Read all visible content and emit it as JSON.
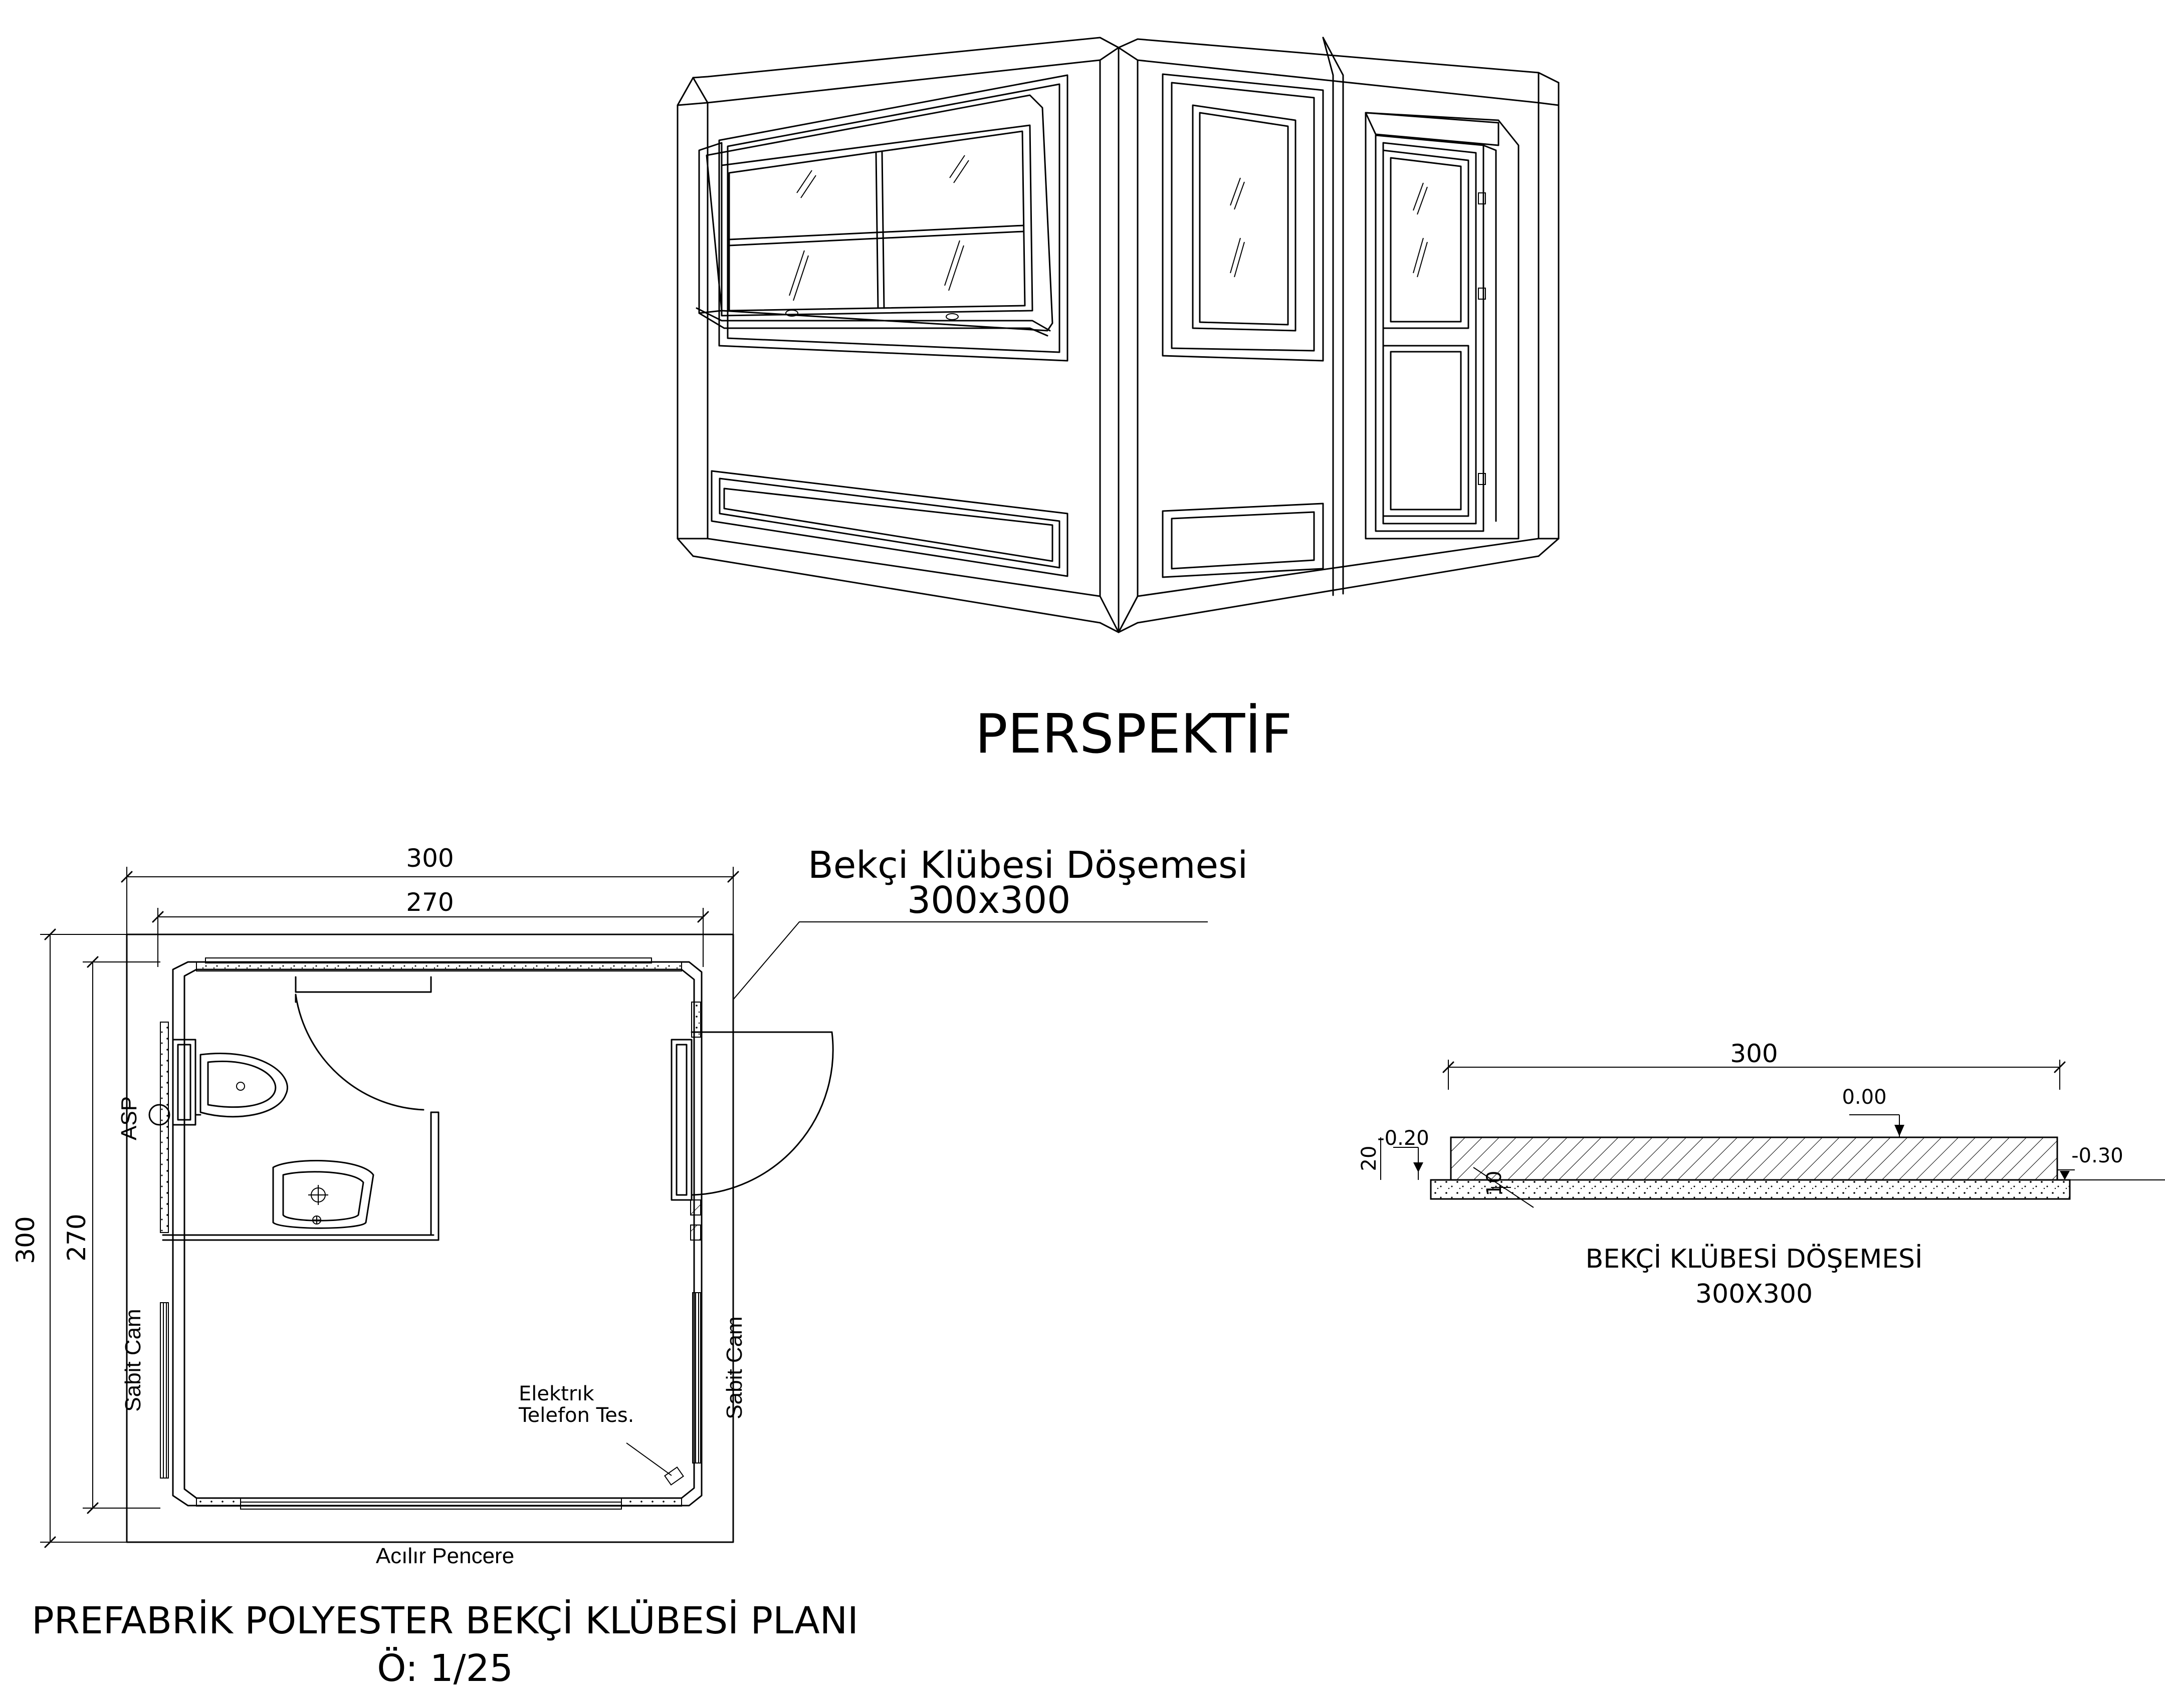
{
  "perspective": {
    "title": "PERSPEKTİF"
  },
  "plan": {
    "title": "PREFABRİK POLYESTER BEKÇİ KLÜBESİ PLANI",
    "scale": "Ö: 1/25",
    "dim_outer_width": "300",
    "dim_inner_width": "270",
    "dim_outer_height": "300",
    "dim_inner_height": "270",
    "leader_title": "Bekçi Klübesi Döşemesi",
    "leader_size": "300x300",
    "label_asp": "ASP",
    "label_sabit_cam_left": "Sabit Cam",
    "label_sabit_cam_right": "Sabit Cam",
    "label_elektrik": "Elektrık",
    "label_telefon": "Telefon Tes.",
    "label_acilir": "Acılır Pencere"
  },
  "section": {
    "dim_width": "300",
    "level_top": "0.00",
    "level_bottom": "-0.30",
    "dim_20": "20",
    "dim_010": "-0.20",
    "dim_10": "10",
    "title": "BEKÇİ KLÜBESİ DÖŞEMESİ",
    "size": "300X300"
  }
}
